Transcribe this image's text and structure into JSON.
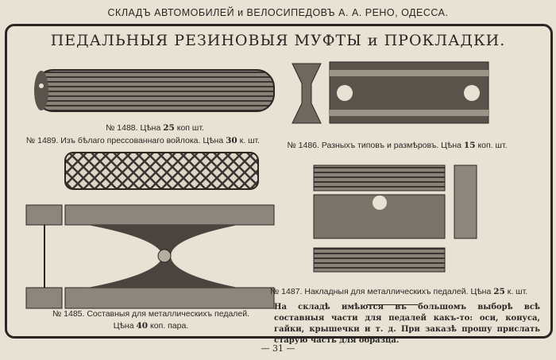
{
  "header": "СКЛАДЪ АВТОМОБИЛЕЙ и ВЕЛОСИПЕДОВЪ А. А. РЕНО, ОДЕССА.",
  "title": "ПЕДАЛЬНЫЯ РЕЗИНОВЫЯ МУФТЫ и ПРОКЛАДКИ.",
  "items": [
    {
      "pre": "№ 1488. Цѣна ",
      "price": "25",
      "post": " коп  шт."
    },
    {
      "pre": "№ 1489. Изъ бѣлаго прессованнаго войлока. Цѣна ",
      "price": "30",
      "post": " к. шт."
    },
    {
      "pre": "№ 1486. Разныхъ типовъ и размѣровъ. Цѣна ",
      "price": "15",
      "post": " коп. шт."
    },
    {
      "pre": "№ 1487. Накладныя для металлическихъ педалей. Цѣна ",
      "price": "25",
      "post": " к. шт."
    },
    {
      "pre": "№ 1485. Составныя для металлическихъ педалей.",
      "price": "40",
      "line2pre": "Цѣна ",
      "post": " коп. пара."
    }
  ],
  "note": "На складѣ имѣются въ большомъ выборѣ всѣ составныя части для педалей какъ-то: оси, конуса, гайки, крышечки и т. д. При заказѣ прошу прислать старую часть для образца.",
  "page_number": "— 31 —"
}
